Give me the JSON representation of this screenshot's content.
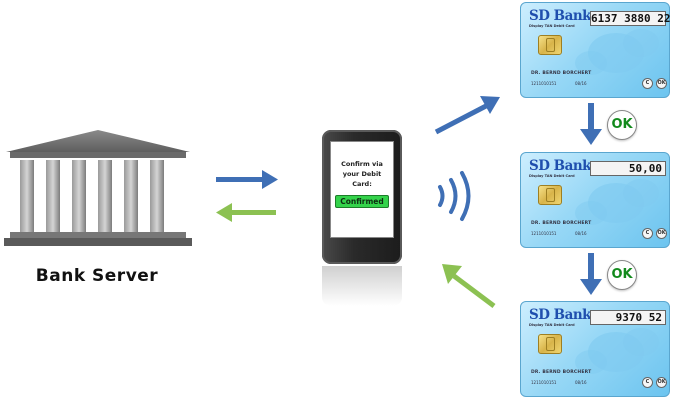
{
  "bank": {
    "label": "Bank Server"
  },
  "phone": {
    "prompt": "Confirm via your Debit Card:",
    "button_label": "Confirmed"
  },
  "cards": [
    {
      "brand": "SD Bank",
      "subtitle": "Display TAN Debit Card",
      "display": "6137 3880 22",
      "holder": "DR. BERND BORCHERT",
      "number": "1211010151",
      "expiry": "08/16",
      "btn_c": "C",
      "btn_ok": "OK"
    },
    {
      "brand": "SD Bank",
      "subtitle": "Display TAN Debit Card",
      "display": "50,00",
      "holder": "DR. BERND BORCHERT",
      "number": "1211010151",
      "expiry": "08/16",
      "btn_c": "C",
      "btn_ok": "OK"
    },
    {
      "brand": "SD Bank",
      "subtitle": "Display TAN Debit Card",
      "display": "9370 52",
      "holder": "DR. BERND BORCHERT",
      "number": "1211010151",
      "expiry": "08/16",
      "btn_c": "C",
      "btn_ok": "OK"
    }
  ],
  "ok_badges": [
    "OK",
    "OK"
  ],
  "colors": {
    "blue_arrow": "#3f6fb5",
    "green_arrow": "#8cc152",
    "card_blue": "#98d8f6",
    "confirm_green": "#34d34b",
    "ok_green": "#138a1d"
  },
  "icons": {
    "bank": "bank-building-icon",
    "nfc": "nfc-waves-icon"
  }
}
